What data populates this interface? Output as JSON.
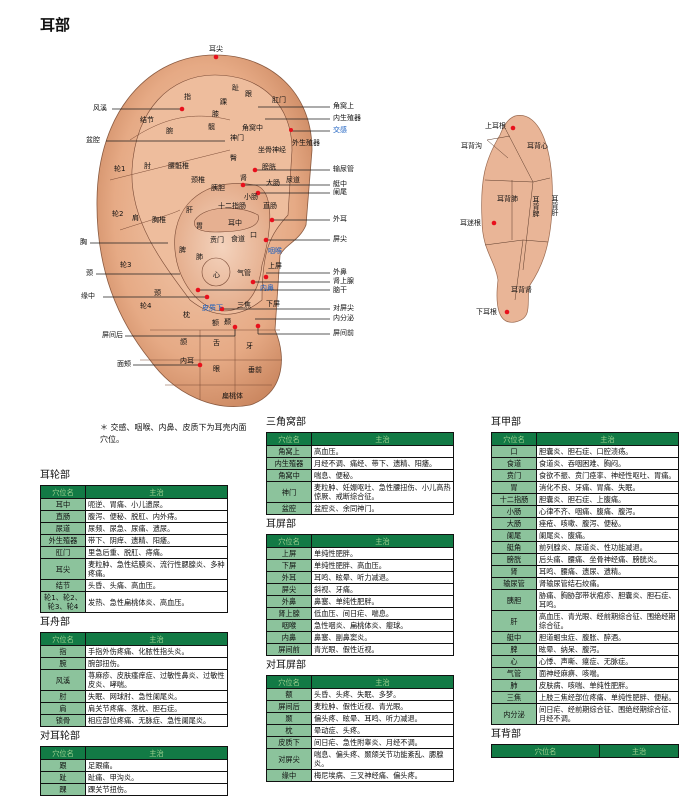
{
  "page_title": "耳部",
  "note": "＊ 交感、咽喉、内鼻、皮质下为耳壳内面穴位。",
  "front_ear": {
    "callouts_left": [
      "风溪",
      "盆腔",
      "胸",
      "颈",
      "缘中",
      "屏间后",
      "面颊"
    ],
    "callouts_right": [
      "角窝上",
      "内生殖器",
      "交感",
      "输尿管",
      "艇中",
      "阑尾",
      "外耳",
      "屏尖",
      "外鼻",
      "肾上腺",
      "脑干",
      "对屏尖",
      "内分泌",
      "屏间前"
    ],
    "top_label": "耳尖",
    "regions": [
      "指",
      "趾",
      "跟",
      "踝",
      "肛门",
      "结节",
      "腕",
      "膝",
      "髋",
      "角窝中",
      "神门",
      "坐骨神经",
      "外生殖器",
      "轮1",
      "肘",
      "腰骶椎",
      "臀",
      "膀胱",
      "肾",
      "尿道",
      "颈椎",
      "胰胆",
      "大肠",
      "小肠",
      "十二指肠",
      "直肠",
      "轮2",
      "肩",
      "胸椎",
      "肝",
      "耳中",
      "胃",
      "贲门",
      "食道",
      "口",
      "咽喉",
      "脾",
      "肺",
      "轮3",
      "心",
      "气管",
      "上屏",
      "颈",
      "内鼻",
      "轮4",
      "三焦",
      "下屏",
      "枕",
      "皮质下",
      "额",
      "颞",
      "颌",
      "舌",
      "牙",
      "内耳",
      "眼",
      "垂前",
      "扁桃体"
    ]
  },
  "back_ear": {
    "labels": [
      "上耳根",
      "耳背沟",
      "耳背心",
      "耳背肺",
      "耳背脾",
      "耳背肝",
      "耳迷根",
      "耳背肾",
      "下耳根"
    ]
  },
  "table_header": {
    "name": "穴位名",
    "indication": "主治"
  },
  "sections": [
    {
      "title": "耳轮部",
      "rows": [
        [
          "耳中",
          "呃逆、胃痛、小儿遗尿。"
        ],
        [
          "直肠",
          "腹泻、便秘、脱肛、内外痔。"
        ],
        [
          "尿道",
          "尿频、尿急、尿痛、遗尿。"
        ],
        [
          "外生殖器",
          "带下、阴痒、遗精、阳痿。"
        ],
        [
          "肛门",
          "里急后重、脱肛、痔痛。"
        ],
        [
          "耳尖",
          "麦粒肿、急性结膜炎、流行性腮腺炎、多种疼痛。"
        ],
        [
          "结节",
          "头昏、头痛、高血压。"
        ],
        [
          "轮1、轮2、轮3、轮4",
          "发热、急性扁桃体炎、高血压。"
        ]
      ]
    },
    {
      "title": "耳舟部",
      "rows": [
        [
          "指",
          "手指外伤疼痛、化脓性指头炎。"
        ],
        [
          "腕",
          "腕部扭伤。"
        ],
        [
          "风溪",
          "荨麻疹、皮肤瘙痒症、过敏性鼻炎、过敏性皮炎、哮喘。"
        ],
        [
          "肘",
          "失眠、网球肘、急性阑尾炎。"
        ],
        [
          "肩",
          "肩关节疼痛、落枕、胆石症。"
        ],
        [
          "锁骨",
          "相应部位疼痛、无脉症、急性阑尾炎。"
        ]
      ]
    },
    {
      "title": "对耳轮部",
      "rows": [
        [
          "跟",
          "足跟痛。"
        ],
        [
          "趾",
          "趾痛、甲沟炎。"
        ],
        [
          "踝",
          "踝关节扭伤。"
        ]
      ]
    },
    {
      "title": "三角窝部",
      "rows": [
        [
          "角窝上",
          "高血压。"
        ],
        [
          "内生殖器",
          "月经不调、痛经、带下、遗精、阳痿。"
        ],
        [
          "角窝中",
          "喘息、便秘。"
        ],
        [
          "神门",
          "麦粒肿、妊娠呕吐、急性腰扭伤、小儿高热惊厥、戒断综合征。"
        ],
        [
          "盆腔",
          "盆腔炎、余同神门。"
        ]
      ]
    },
    {
      "title": "耳屏部",
      "rows": [
        [
          "上屏",
          "单纯性肥胖。"
        ],
        [
          "下屏",
          "单纯性肥胖、高血压。"
        ],
        [
          "外耳",
          "耳鸣、眩晕、听力减退。"
        ],
        [
          "屏尖",
          "斜视、牙痛。"
        ],
        [
          "外鼻",
          "鼻塞、单纯性肥胖。"
        ],
        [
          "肾上腺",
          "低血压、间日疟、喘息。"
        ],
        [
          "咽喉",
          "急性咽炎、扁桃体炎、瘿球。"
        ],
        [
          "内鼻",
          "鼻塞、副鼻窦炎。"
        ],
        [
          "屏间前",
          "青光眼、假性近视。"
        ]
      ]
    },
    {
      "title": "对耳屏部",
      "rows": [
        [
          "额",
          "头昏、头疼、失眠、多梦。"
        ],
        [
          "屏间后",
          "麦粒肿、假性近视、青光眼。"
        ],
        [
          "颞",
          "偏头疼、眩晕、耳鸣、听力减退。"
        ],
        [
          "枕",
          "晕动症、头疼。"
        ],
        [
          "皮质下",
          "间日疟、急性附睾炎、月经不调。"
        ],
        [
          "对屏尖",
          "喘息、偏头疼、颞颌关节功能紊乱、腮腺炎。"
        ],
        [
          "缘中",
          "梅尼埃病、三叉神经痛、偏头疼。"
        ]
      ]
    },
    {
      "title": "耳甲部",
      "rows": [
        [
          "口",
          "胆囊炎、胆石症、口腔溃疡。"
        ],
        [
          "食道",
          "食道炎、吞咽困难、胸闷。"
        ],
        [
          "贲门",
          "食欲不振、贲门痉挛、神经性呕吐、胃痛。"
        ],
        [
          "胃",
          "消化不良、牙痛、胃痛、失眠。"
        ],
        [
          "十二指肠",
          "胆囊炎、胆石症、上腹痛。"
        ],
        [
          "小肠",
          "心律不齐、咽痛、腹痛、腹泻。"
        ],
        [
          "大肠",
          "痤疮、咳嗽、腹泻、便秘。"
        ],
        [
          "阑尾",
          "阑尾炎、腹痛。"
        ],
        [
          "艇角",
          "前列腺炎、尿道炎、性功能减退。"
        ],
        [
          "膀胱",
          "后头痛、腰痛、坐骨神经痛、膀胱炎。"
        ],
        [
          "肾",
          "耳鸣、腰痛、遗尿、遗精。"
        ],
        [
          "输尿管",
          "肾输尿管结石绞痛。"
        ],
        [
          "胰胆",
          "胁痛、胸胁部带状疱疹、胆囊炎、胆石症、耳鸣。"
        ],
        [
          "肝",
          "高血压、青光眼、经前期综合征、围绝经期综合征。"
        ],
        [
          "艇中",
          "胆道蛔虫症、腹胀、醉酒。"
        ],
        [
          "脾",
          "眩晕、纳呆、腹泻。"
        ],
        [
          "心",
          "心悸、声嘶、癔症、无脉症。"
        ],
        [
          "气管",
          "面神经麻痹、咳喘。"
        ],
        [
          "肺",
          "皮肤病、咳喘、单纯性肥胖。"
        ],
        [
          "三焦",
          "上肢三焦经部位疼痛、单纯性肥胖、便秘。"
        ],
        [
          "内分泌",
          "间日疟、经前期综合征、围绝经期综合征、月经不调。"
        ]
      ]
    },
    {
      "title": "耳背部",
      "rows": []
    }
  ],
  "colors": {
    "header_bg": "#127a45",
    "header_text": "#9fd08f",
    "name_bg": "#8cc39c",
    "skin": "#e7ad88",
    "dot": "#e8101c",
    "blue": "#1a5fc0"
  }
}
